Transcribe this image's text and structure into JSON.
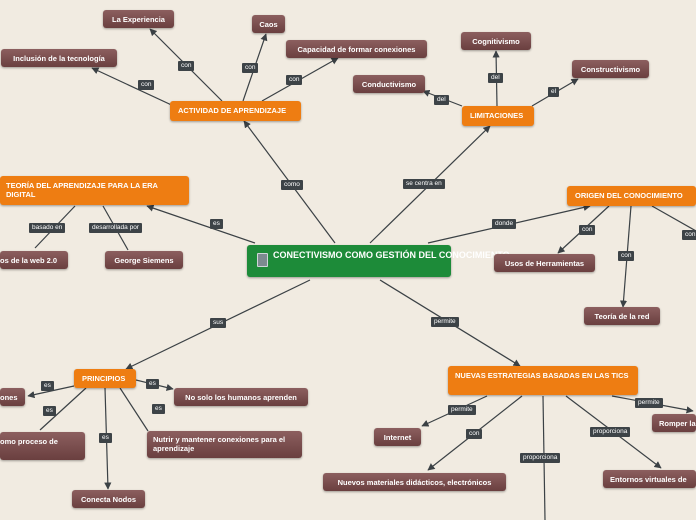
{
  "center": {
    "title": "CONECTIVISMO COMO GESTIÓN DEL CONOCIMIENTO"
  },
  "nodes": {
    "actividad": "ACTIVIDAD DE APRENDIZAJE",
    "experiencia": "La Experiencia",
    "caos": "Caos",
    "capacidad": "Capacidad de formar conexiones",
    "inclusion": "Inclusión de la tecnología",
    "limitaciones": "LIMITACIONES",
    "cognitivismo": "Cognitivismo",
    "constructivismo": "Constructivismo",
    "conductivismo": "Conductivismo",
    "teoria_era": "TEORÍA DEL APRENDIZAJE PARA LA ERA DIGITAL",
    "web20": "os de la web 2.0",
    "siemens": "George Siemens",
    "origen": "ORIGEN DEL CONOCIMIENTO",
    "herramientas": "Usos de Herramientas",
    "teoria_red": "Teoría de la red",
    "principios": "PRINCIPIOS",
    "nones": "ones",
    "no_solo": "No solo los humanos aprenden",
    "omo_proceso": "omo proceso de",
    "nutrir": "Nutrir y mantener conexiones para el aprendizaje",
    "conecta": "Conecta Nodos",
    "nuevas": "NUEVAS ESTRATEGIAS BASADAS EN LAS TICS",
    "internet": "Internet",
    "materiales": "Nuevos materiales didácticos, electrónicos",
    "romper": "Romper la",
    "entornos": "Entornos virtuales de"
  },
  "labels": {
    "como": "como",
    "se_centra": "se centra en",
    "es": "es",
    "donde": "donde",
    "sus": "sus",
    "permite": "permite",
    "con": "con",
    "del": "del",
    "el": "el",
    "basado_en": "basado en",
    "desarrollada_por": "desarrollada por",
    "proporciona": "proporciona"
  },
  "colors": {
    "background": "#f1ebe1",
    "main_node": "#1d8b39",
    "topic_node": "#ee7d12",
    "leaf_node": "#7a4d4d",
    "link_label": "#3d4347",
    "line": "#3b4145"
  }
}
